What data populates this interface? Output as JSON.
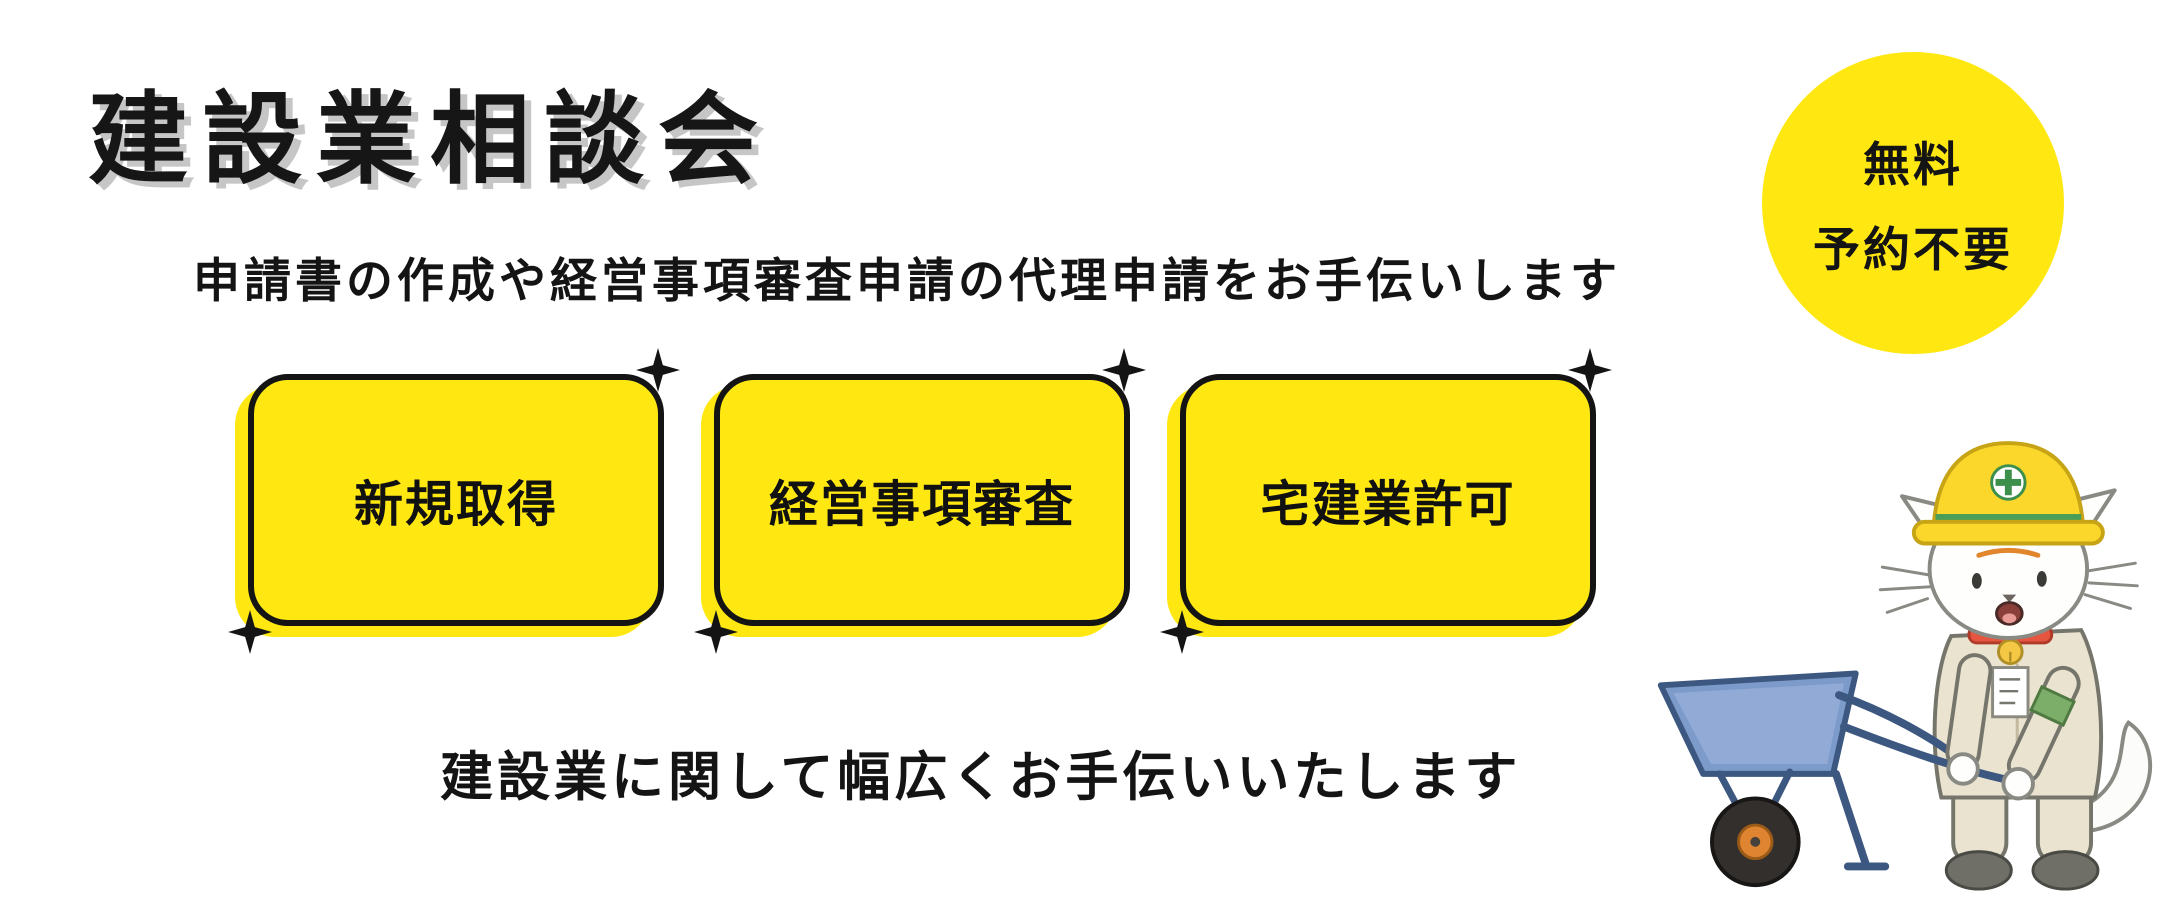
{
  "flyer": {
    "title": "建設業相談会",
    "subtitle": "申請書の作成や経営事項審査申請の代理申請をお手伝いします",
    "footer": "建設業に関して幅広くお手伝いいたします"
  },
  "badge": {
    "line1": "無料",
    "line2": "予約不要"
  },
  "cards": [
    {
      "label": "新規取得"
    },
    {
      "label": "経営事項審査"
    },
    {
      "label": "宅建業許可"
    }
  ],
  "decor": {
    "sparkle_icon": "four-pointed-star",
    "illustration": "cat-construction-worker-pushing-wheelbarrow"
  },
  "colors": {
    "accent_yellow": "#ffe812",
    "card_border": "#141414",
    "title_shadow": "#c6c6c6",
    "wheelbarrow_blue": "#7d9bca",
    "helmet_yellow": "#fbd72b",
    "armband_green": "#7cae69"
  }
}
